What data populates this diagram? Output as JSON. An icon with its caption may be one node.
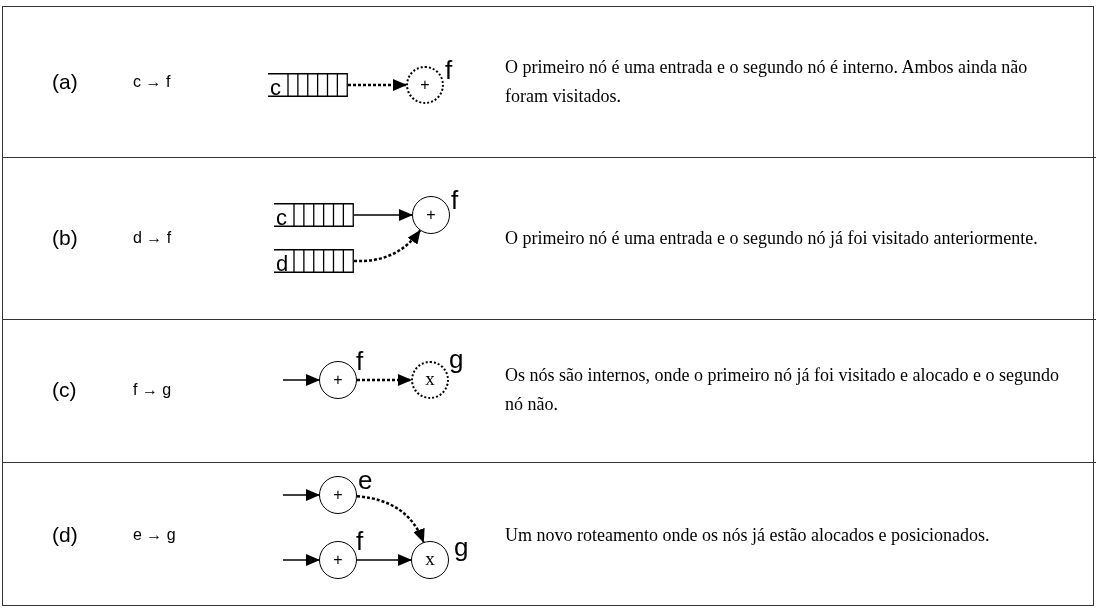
{
  "diagram": {
    "nodes": [
      {
        "text": [
          "c"
        ]
      },
      {
        "text": [
          "+"
        ],
        "beside": [
          "f"
        ]
      },
      {
        "text": [
          "c"
        ]
      },
      {
        "text": [
          "d"
        ]
      },
      {
        "text": [
          "+"
        ],
        "beside": [
          "f"
        ]
      },
      {
        "text": [
          "+"
        ],
        "beside": [
          "f"
        ]
      },
      {
        "text": [
          "x"
        ],
        "beside": [
          "g"
        ]
      },
      {
        "text": [
          "+"
        ],
        "beside": [
          "e"
        ]
      },
      {
        "text": [
          "+"
        ],
        "beside": [
          "f"
        ]
      },
      {
        "text": [
          "x"
        ],
        "beside": [
          "g"
        ]
      }
    ],
    "edges": [
      {
        "from": 0,
        "to": 1,
        "arrow": "to",
        "style": "dashed"
      },
      {
        "from": 2,
        "to": 4,
        "arrow": "to"
      },
      {
        "from": 3,
        "to": 4,
        "arrow": "to",
        "style": "dashed"
      },
      {
        "from": null,
        "to": 5,
        "arrow": "to"
      },
      {
        "from": 5,
        "to": 6,
        "arrow": "to",
        "style": "dashed"
      },
      {
        "from": null,
        "to": 7,
        "arrow": "to"
      },
      {
        "from": null,
        "to": 8,
        "arrow": "to"
      },
      {
        "from": 7,
        "to": 9,
        "arrow": "to",
        "style": "dashed"
      },
      {
        "from": 8,
        "to": 9,
        "arrow": "to"
      }
    ],
    "labels": [
      "(a)",
      "c → f",
      "O primeiro nó é uma entrada e o segundo nó é interno. Ambos ainda não foram visitados.",
      "(b)",
      "d → f",
      "O primeiro nó é uma entrada e o segundo nó já foi visitado anteriormente.",
      "(c)",
      "f → g",
      "Os nós são internos, onde o primeiro nó já foi visitado e alocado e o segundo nó não.",
      "(d)",
      "e → g",
      "Um novo roteamento onde os nós já estão alocados e posicionados."
    ]
  }
}
